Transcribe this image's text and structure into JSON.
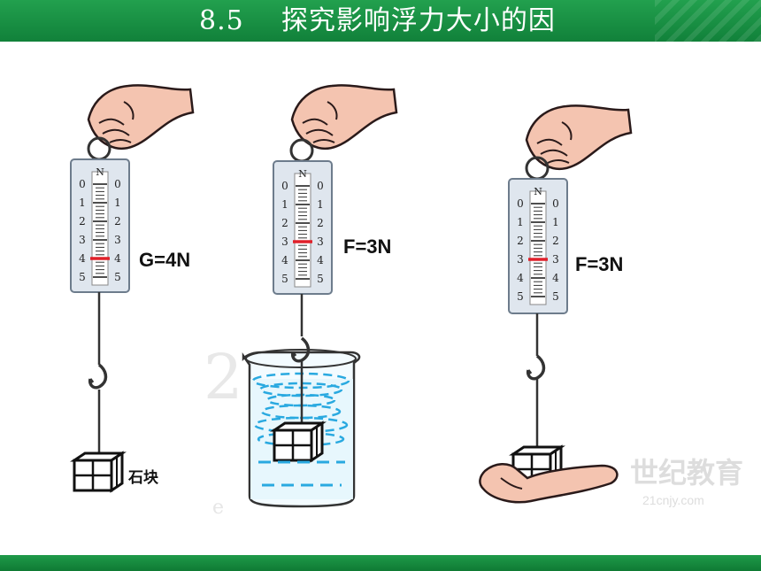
{
  "title": {
    "number": "8.5",
    "text": "探究影响浮力大小的因"
  },
  "scale_numbers": [
    "0",
    "1",
    "2",
    "3",
    "4",
    "5"
  ],
  "scale_unit": "N",
  "labels": {
    "g_reading": "G=4N",
    "f_reading_water": "F=3N",
    "f_reading_hand": "F=3N",
    "stone": "石块"
  },
  "watermark": {
    "brand": "世纪教育",
    "site": "21cnjy.com"
  },
  "readings": {
    "air": 4,
    "water": 3,
    "hand": 3
  },
  "colors": {
    "title_green": "#16893f",
    "pointer_red": "#e0202a",
    "water_blue": "#29a9e0"
  }
}
